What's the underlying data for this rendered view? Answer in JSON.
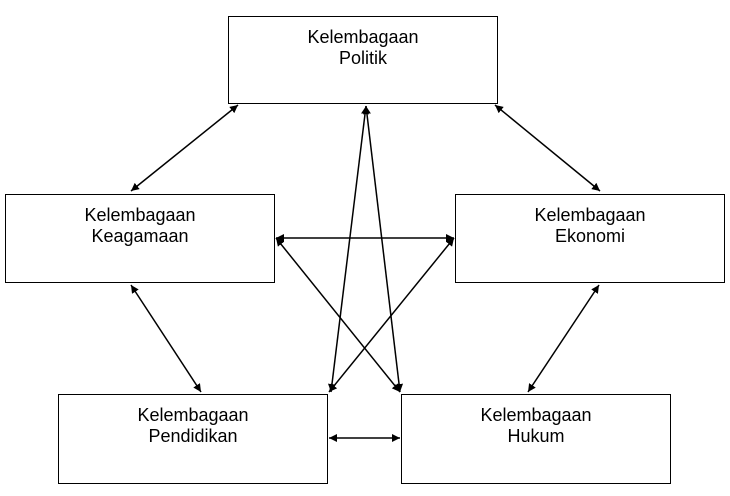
{
  "nodes": {
    "politik": {
      "line1": "Kelembagaan",
      "line2": "Politik"
    },
    "keagamaan": {
      "line1": "Kelembagaan",
      "line2": "Keagamaan"
    },
    "ekonomi": {
      "line1": "Kelembagaan",
      "line2": "Ekonomi"
    },
    "pendidikan": {
      "line1": "Kelembagaan",
      "line2": "Pendidikan"
    },
    "hukum": {
      "line1": "Kelembagaan",
      "line2": "Hukum"
    }
  },
  "edges": [
    {
      "from": "politik",
      "to": "keagamaan",
      "direction": "both"
    },
    {
      "from": "politik",
      "to": "ekonomi",
      "direction": "both"
    },
    {
      "from": "politik",
      "to": "pendidikan",
      "direction": "both"
    },
    {
      "from": "politik",
      "to": "hukum",
      "direction": "both"
    },
    {
      "from": "keagamaan",
      "to": "ekonomi",
      "direction": "both"
    },
    {
      "from": "keagamaan",
      "to": "pendidikan",
      "direction": "both"
    },
    {
      "from": "keagamaan",
      "to": "hukum",
      "direction": "both"
    },
    {
      "from": "ekonomi",
      "to": "pendidikan",
      "direction": "both"
    },
    {
      "from": "ekonomi",
      "to": "hukum",
      "direction": "both"
    },
    {
      "from": "pendidikan",
      "to": "hukum",
      "direction": "both"
    }
  ],
  "colors": {
    "stroke": "#000000",
    "fill": "#ffffff"
  }
}
